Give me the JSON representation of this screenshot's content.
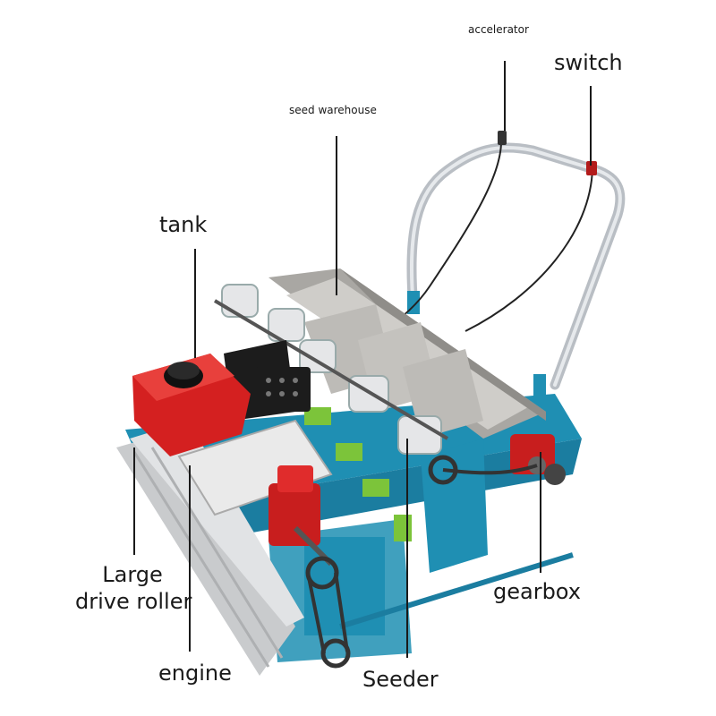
{
  "labels": {
    "accelerator": "accelerator",
    "switch": "switch",
    "seed_warehouse": "seed warehouse",
    "tank": "tank",
    "large_drive_roller_line1": "Large",
    "large_drive_roller_line2": "drive roller",
    "gearbox": "gearbox",
    "engine": "engine",
    "seeder": "Seeder"
  },
  "colors": {
    "frame": "#1f8fb3",
    "tank": "#d42020",
    "gearbox": "#c81e1e",
    "hopper": "#b8b6b2",
    "roller": "#c9cbcd",
    "engine_black": "#1c1c1c",
    "green_parts": "#7cc43a"
  }
}
